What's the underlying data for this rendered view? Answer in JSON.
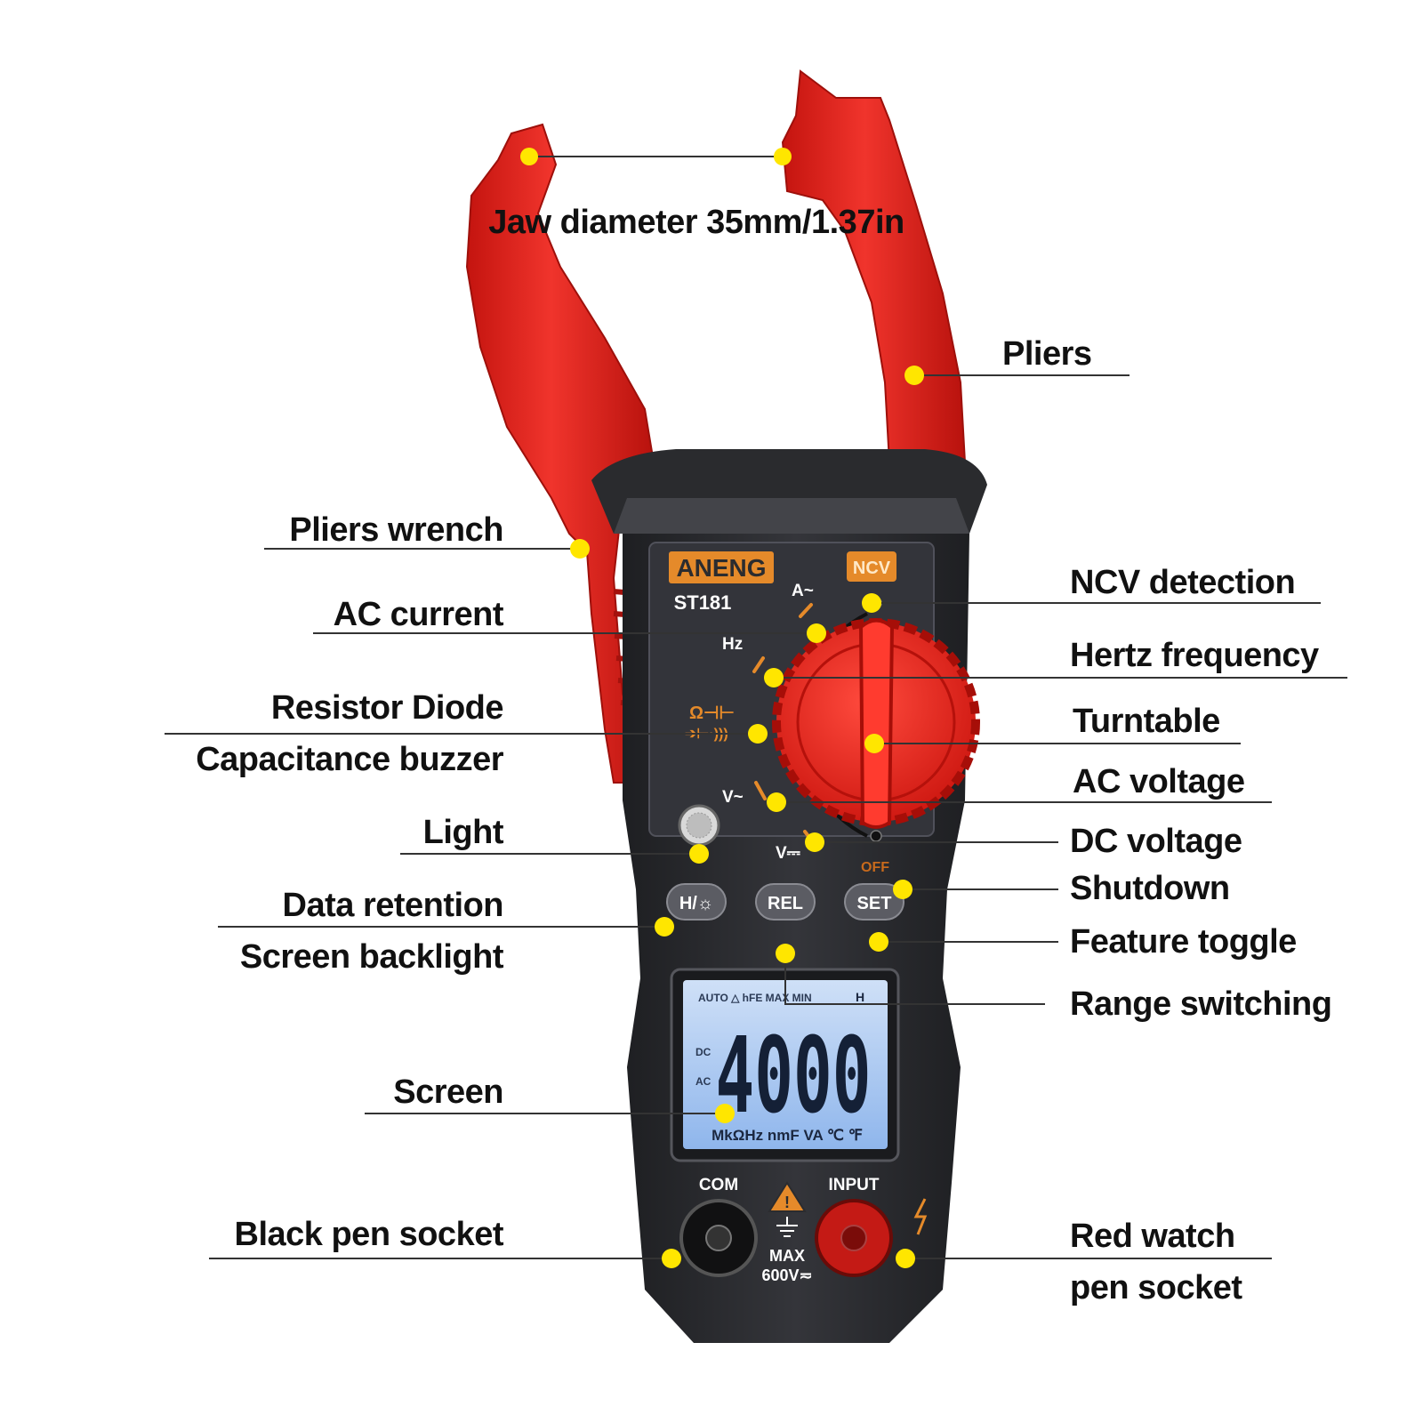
{
  "colors": {
    "jaw_red": "#e8211c",
    "body_dark": "#2b2c2f",
    "panel": "#3a3b3f",
    "accent_orange": "#e58a2a",
    "marker_yellow": "#ffe600",
    "lcd_blue": "#a9c9f3"
  },
  "jaw_label": "Jaw diameter 35mm/1.37in",
  "labels": {
    "pliers": "Pliers",
    "pliers_wrench": "Pliers wrench",
    "ncv_detection": "NCV detection",
    "ac_current": "AC current",
    "hertz_frequency": "Hertz frequency",
    "resistor_diode": "Resistor Diode",
    "turntable": "Turntable",
    "capacitance_buzzer": "Capacitance buzzer",
    "ac_voltage": "AC voltage",
    "light": "Light",
    "dc_voltage": "DC voltage",
    "shutdown": "Shutdown",
    "data_retention": "Data retention",
    "screen_backlight": "Screen backlight",
    "feature_toggle": "Feature toggle",
    "range_switching": "Range switching",
    "screen": "Screen",
    "black_pen_socket": "Black pen socket",
    "red_watch": "Red watch",
    "pen_socket": "pen socket"
  },
  "device": {
    "brand": "ANENG",
    "model": "ST181",
    "ncv": "NCV",
    "dial_a": "A~",
    "dial_hz": "Hz",
    "dial_ohm": "Ω⊣⊢",
    "dial_diode": "➔⊢·)))",
    "dial_vac": "V~",
    "dial_vdc": "V⎓",
    "dial_off": "OFF",
    "btn_hold": "H/☼",
    "btn_rel": "REL",
    "btn_set": "SET",
    "lcd_top": "AUTO  △  hFE MAX MIN",
    "lcd_hold": "H",
    "lcd_dc": "DC",
    "lcd_ac": "AC",
    "lcd_reading": "4000",
    "lcd_units": "MkΩHz nmF VA ℃ ℉",
    "com": "COM",
    "input": "INPUT",
    "max": "MAX",
    "max_volt": "600V≂"
  }
}
